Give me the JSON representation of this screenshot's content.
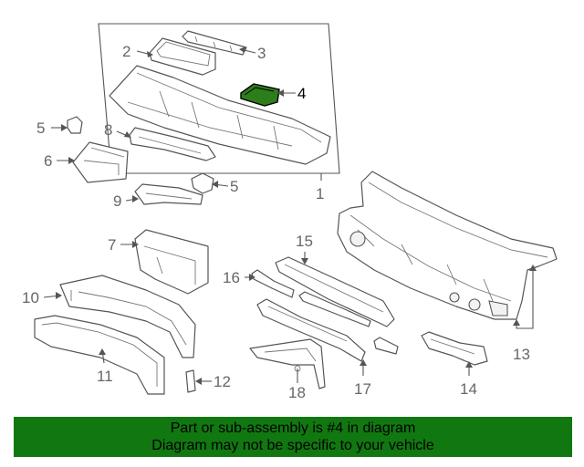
{
  "callouts": {
    "c1": "1",
    "c2": "2",
    "c3": "3",
    "c4": "4",
    "c5a": "5",
    "c5b": "5",
    "c6": "6",
    "c7": "7",
    "c8": "8",
    "c9": "9",
    "c10": "10",
    "c11": "11",
    "c12": "12",
    "c13": "13",
    "c14": "14",
    "c15": "15",
    "c16": "16",
    "c17": "17",
    "c18": "18"
  },
  "highlight": {
    "part_number": "4",
    "color": "#2e7d1c"
  },
  "footer": {
    "line1": "Part or sub-assembly is #4 in diagram",
    "line2": "Diagram may not be specific to your vehicle",
    "background": "#117811",
    "text_color": "#000000"
  }
}
